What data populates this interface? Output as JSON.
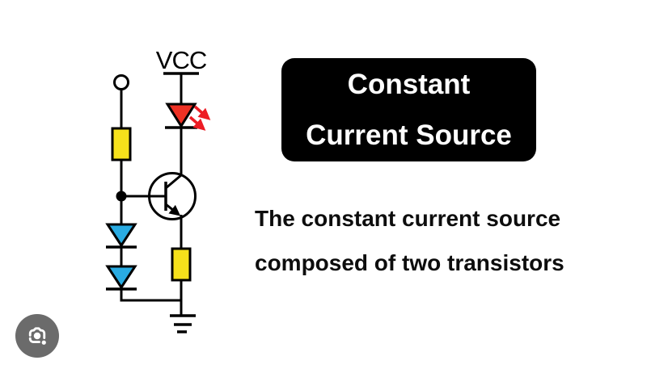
{
  "canvas": {
    "bg": "#ffffff"
  },
  "circuit": {
    "vcc_label": "VCC",
    "colors": {
      "led": "#ee3124",
      "arrow": "#ed1c24",
      "resistor": "#f6e11b",
      "diode": "#29abe2",
      "wire": "#000000"
    }
  },
  "title_box": {
    "line1": "Constant",
    "line2": "Current Source",
    "bg": "#000000",
    "text_color": "#ffffff"
  },
  "description": {
    "line1": "The constant current source",
    "line2": "composed of two transistors"
  },
  "lens_button": {
    "bg": "#6b6b6b",
    "icon": "google-lens-icon"
  }
}
